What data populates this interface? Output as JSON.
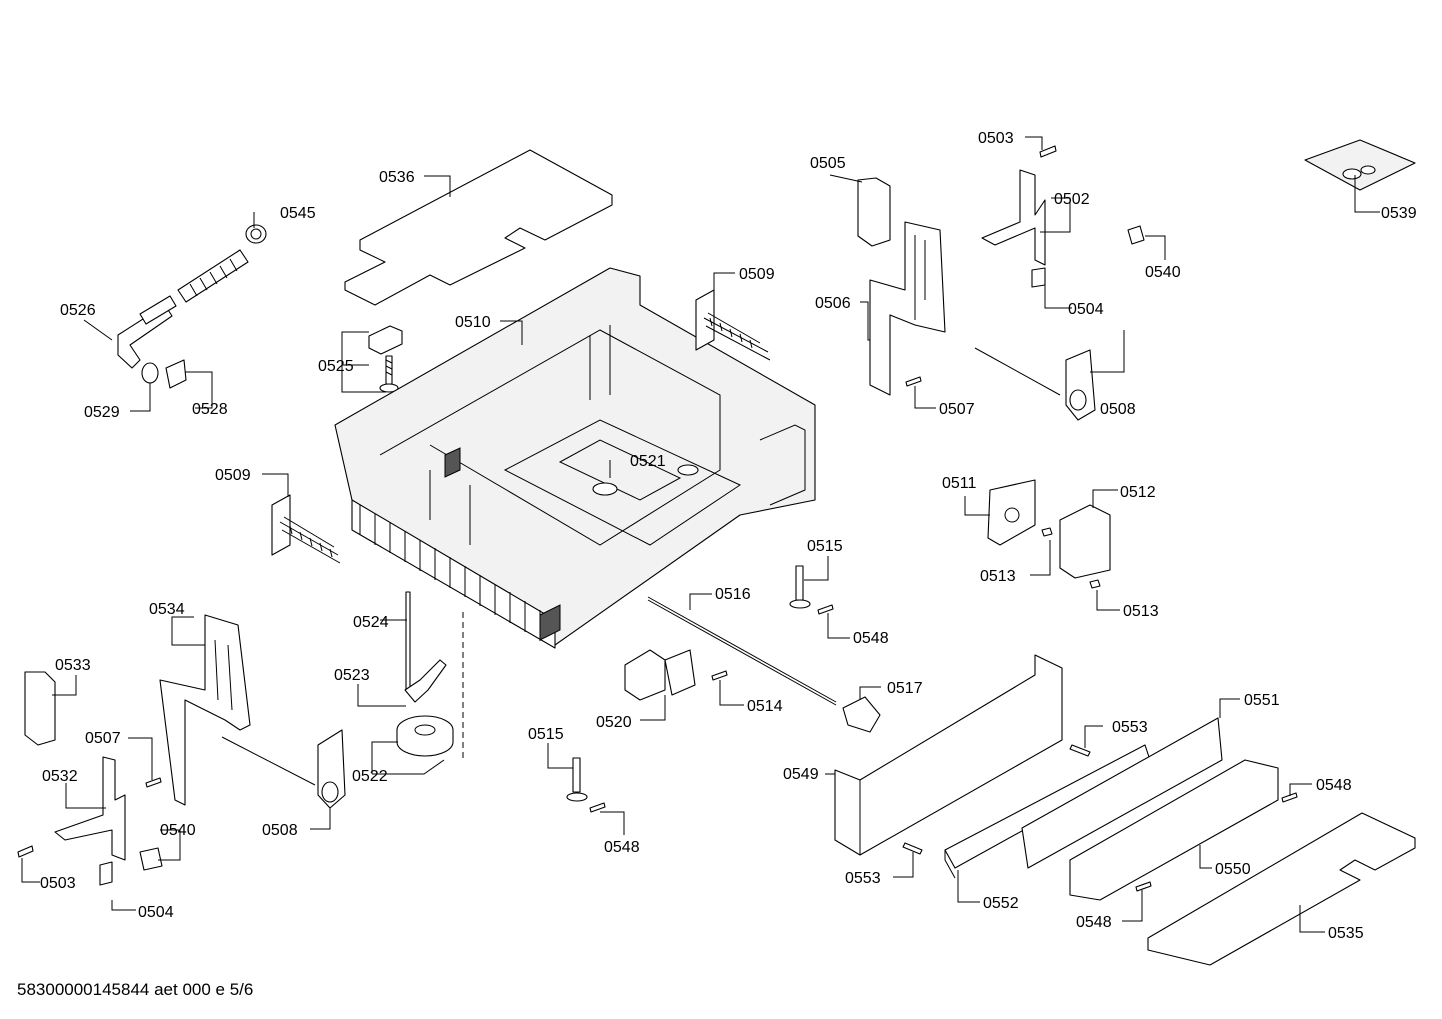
{
  "labels": {
    "p0536": "0536",
    "p0545": "0545",
    "p0526": "0526",
    "p0529": "0529",
    "p0528": "0528",
    "p0525": "0525",
    "p0510": "0510",
    "p0509a": "0509",
    "p0509b": "0509",
    "p0521": "0521",
    "p0505": "0505",
    "p0506": "0506",
    "p0507a": "0507",
    "p0503a": "0503",
    "p0502": "0502",
    "p0504a": "0504",
    "p0508a": "0508",
    "p0540a": "0540",
    "p0539": "0539",
    "p0511": "0511",
    "p0512": "0512",
    "p0513a": "0513",
    "p0513b": "0513",
    "p0515a": "0515",
    "p0548a": "0548",
    "p0516": "0516",
    "p0524": "0524",
    "p0523": "0523",
    "p0522": "0522",
    "p0534": "0534",
    "p0533": "0533",
    "p0507b": "0507",
    "p0532": "0532",
    "p0503b": "0503",
    "p0504b": "0504",
    "p0540b": "0540",
    "p0508b": "0508",
    "p0520": "0520",
    "p0514": "0514",
    "p0517": "0517",
    "p0515b": "0515",
    "p0548b": "0548",
    "p0549": "0549",
    "p0553a": "0553",
    "p0553b": "0553",
    "p0551": "0551",
    "p0552": "0552",
    "p0548c": "0548",
    "p0548d": "0548",
    "p0550": "0550",
    "p0535": "0535"
  },
  "footer": "58300000145844 aet 000 e 5/6"
}
